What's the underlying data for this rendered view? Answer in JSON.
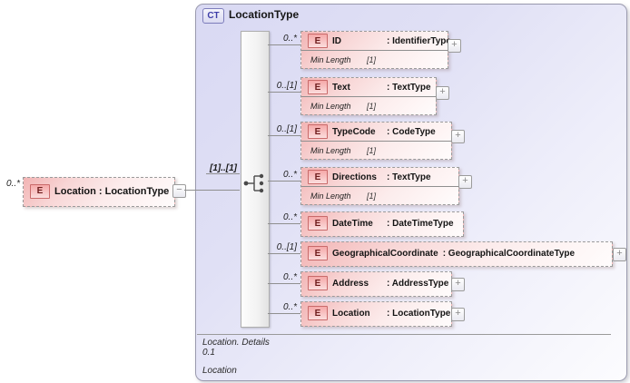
{
  "glyphs": {
    "plus": "+",
    "minus": "−"
  },
  "root": {
    "cardinality": "0..*",
    "badge": "E",
    "label": "Location : LocationType"
  },
  "group": {
    "cardinality": "[1]..[1]"
  },
  "ct": {
    "badge": "CT",
    "title": "LocationType",
    "children": [
      {
        "cardinality": "0..*",
        "badge": "E",
        "name": "ID",
        "type": ": IdentifierType",
        "facet_name": "Min Length",
        "facet_value": "[1]"
      },
      {
        "cardinality": "0..[1]",
        "badge": "E",
        "name": "Text",
        "type": ": TextType",
        "facet_name": "Min Length",
        "facet_value": "[1]"
      },
      {
        "cardinality": "0..[1]",
        "badge": "E",
        "name": "TypeCode",
        "type": ": CodeType",
        "facet_name": "Min Length",
        "facet_value": "[1]"
      },
      {
        "cardinality": "0..*",
        "badge": "E",
        "name": "Directions",
        "type": ": TextType",
        "facet_name": "Min Length",
        "facet_value": "[1]"
      },
      {
        "cardinality": "0..*",
        "badge": "E",
        "name": "DateTime",
        "type": ": DateTimeType"
      },
      {
        "cardinality": "0..[1]",
        "badge": "E",
        "name": "GeographicalCoordinate",
        "type": ": GeographicalCoordinateType"
      },
      {
        "cardinality": "0..*",
        "badge": "E",
        "name": "Address",
        "type": ": AddressType"
      },
      {
        "cardinality": "0..*",
        "badge": "E",
        "name": "Location",
        "type": ": LocationType"
      }
    ],
    "footer": {
      "line1": "Location. Details",
      "line2": "0.1",
      "line3": "Location"
    }
  },
  "colors": {
    "panel_lavender": "#d9d9f3",
    "element_pink": "#f2b4b4",
    "badge_border_red": "#c96a6a",
    "ct_blue": "#3d3da8",
    "connector_gray": "#8f8f8f"
  }
}
